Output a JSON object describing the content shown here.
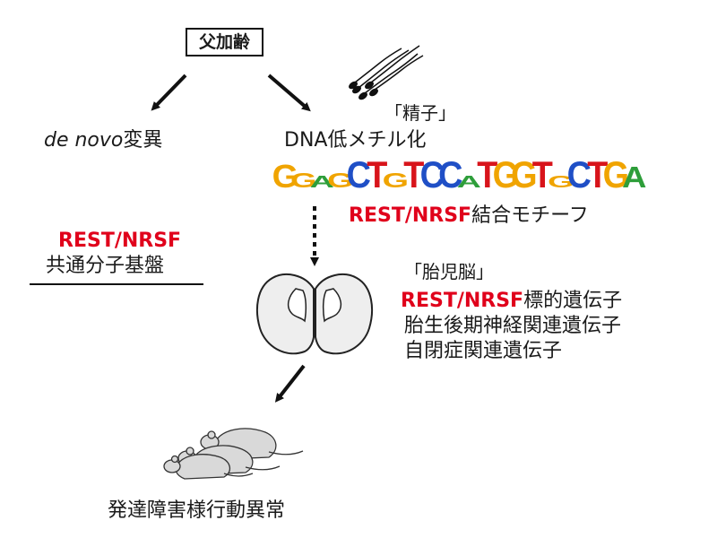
{
  "diagram": {
    "root": "父加齢",
    "left_branch": {
      "italic": "de novo",
      "suffix": "変異"
    },
    "right_branch": {
      "sperm_label": "「精子」",
      "methylation": "DNA低メチル化",
      "motif_sequence": "GGAGCTGTCCATGGTGCTGA",
      "motif_caption": {
        "red": "REST/NRSF",
        "rest": "結合モチーフ"
      }
    },
    "common_basis": {
      "red": "REST/NRSF",
      "text": "共通分子基盤"
    },
    "fetal_brain": {
      "label": "「胎児脳」",
      "line1": {
        "red": "REST/NRSF",
        "rest": "標的遺伝子"
      },
      "line2": "胎生後期神経関連遺伝子",
      "line3": "自閉症関連遺伝子"
    },
    "outcome": "発達障害様行動異常"
  },
  "colors": {
    "accent_red": "#e0001b",
    "motif_A": "#2e9e3a",
    "motif_C": "#1f4fc6",
    "motif_G": "#f0a400",
    "motif_T": "#d8141b"
  },
  "icons": [
    "sperm-icon",
    "brain-section-icon",
    "mice-icon"
  ]
}
